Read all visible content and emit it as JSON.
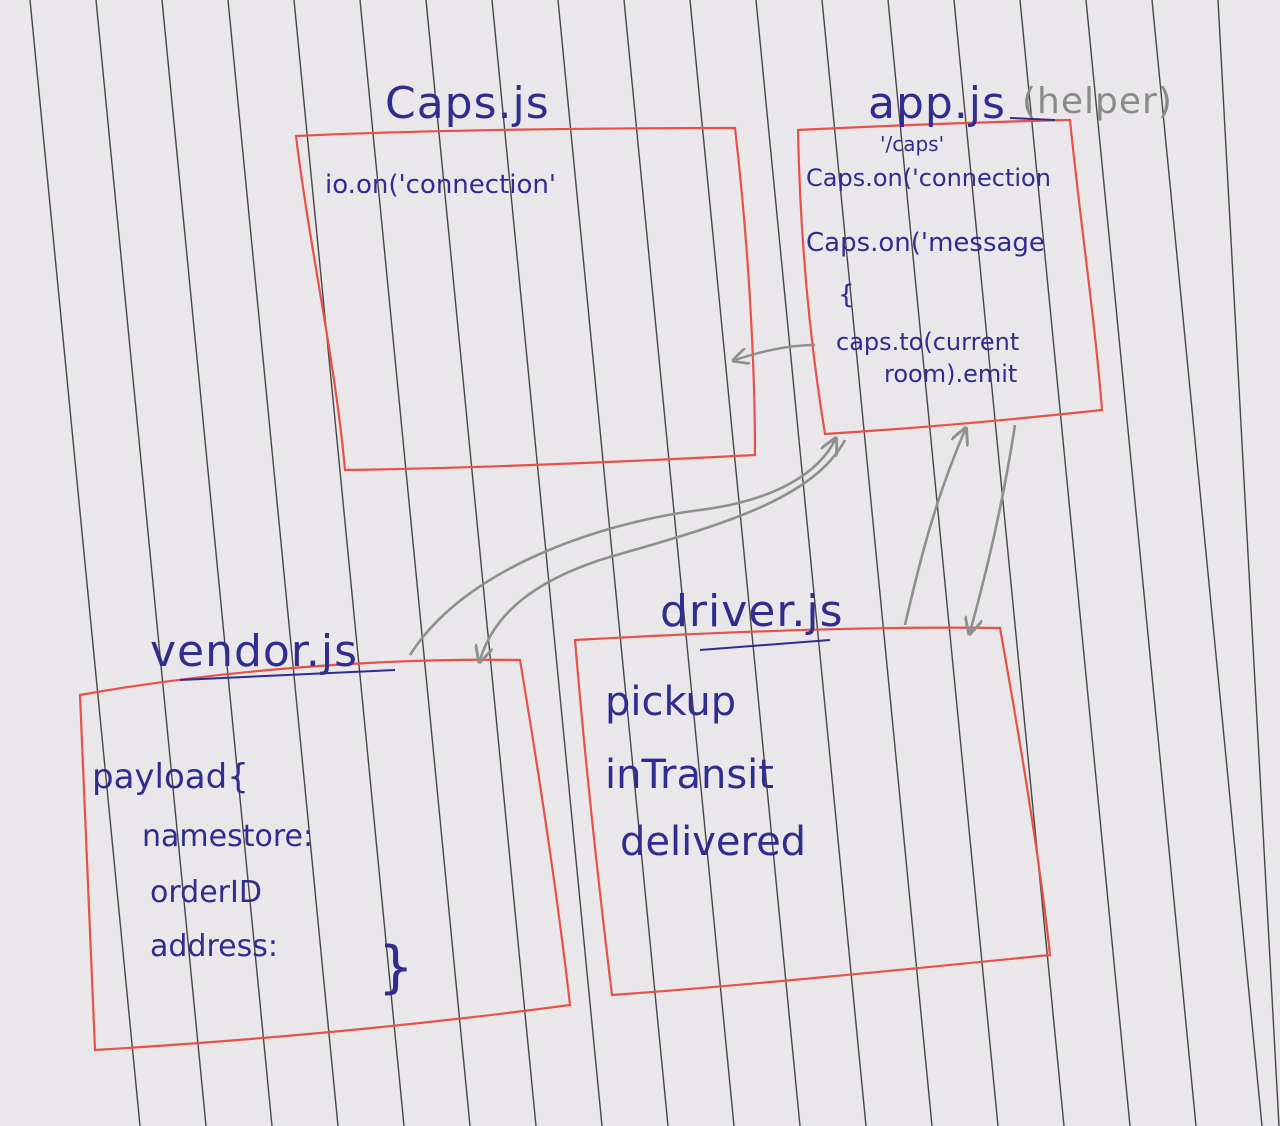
{
  "caps": {
    "title": "Caps.js",
    "line1": "io.on('connection'"
  },
  "app": {
    "title": "app.js",
    "helper": "(helper)",
    "namespace": "'/caps'",
    "line1": "Caps.on('connection",
    "line2": "Caps.on('message",
    "brace": "{",
    "line3": "caps.to(current",
    "line4": "room).emit"
  },
  "vendor": {
    "title": "vendor.js",
    "payload": "payload{",
    "field1": "namestore:",
    "field2": "orderID",
    "field3": "address:",
    "close_brace": "}"
  },
  "driver": {
    "title": "driver.js",
    "event1": "pickup",
    "event2": "inTransit",
    "event3": "delivered"
  },
  "colors": {
    "ink": "#2f2d8f",
    "box": "#e8504a",
    "arrow": "#8f8f8f",
    "rule": "#2b2b2b",
    "paper": "#e9e7ea"
  }
}
